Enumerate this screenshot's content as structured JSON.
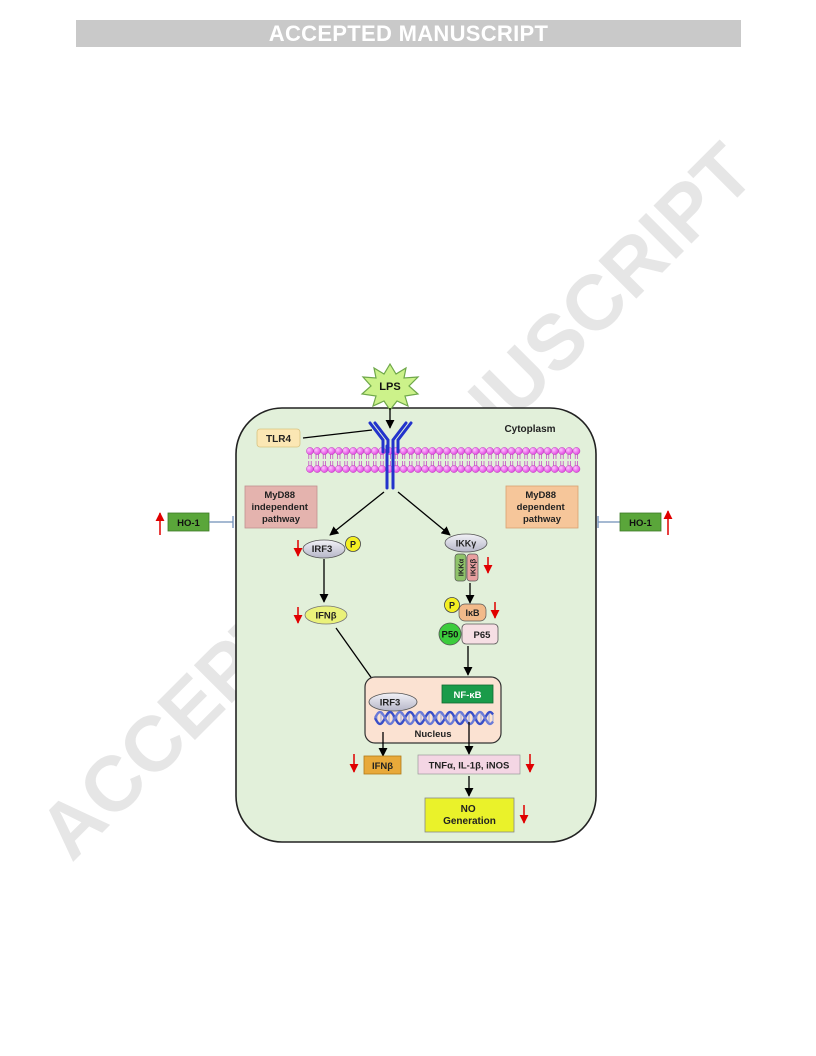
{
  "header": {
    "banner": "ACCEPTED MANUSCRIPT"
  },
  "watermark": {
    "text": "ACCEPTED MANUSCRIPT",
    "color": "#e6e6e6"
  },
  "diagram": {
    "ligand": "LPS",
    "receptor": "TLR4",
    "compartment": "Cytoplasm",
    "left_pathway": [
      "MyD88",
      "independent",
      "pathway"
    ],
    "right_pathway": [
      "MyD88",
      "dependent",
      "pathway"
    ],
    "inhibitor_left": "HO-1",
    "inhibitor_right": "HO-1",
    "irf3": "IRF3",
    "phospho": "P",
    "ifnb": "IFNβ",
    "ikkg": "IKKγ",
    "ikka": "IKKα",
    "ikkb": "IKKβ",
    "ikb": "IκB",
    "p50": "P50",
    "p65": "P65",
    "nucleus_irf3": "IRF3",
    "nfkb": "NF-κB",
    "nucleus": "Nucleus",
    "output_ifnb": "IFNβ",
    "cytokines": "TNFα, IL-1β, iNOS",
    "no_gen": [
      "NO",
      "Generation"
    ],
    "colors": {
      "cell_fill": "#e2f0da",
      "membrane": "#ee66ee",
      "receptor": "#2233cc",
      "arrow_red": "#e00000",
      "ho1": "#5aa63a",
      "no_box": "#eaf22a",
      "nfkb": "#1a9b4a"
    }
  }
}
